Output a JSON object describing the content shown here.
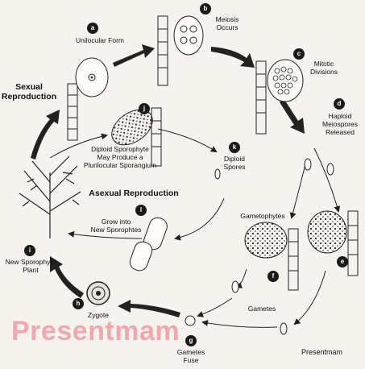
{
  "steps": {
    "a": {
      "badge": "a",
      "label": "Unilocular Form"
    },
    "b": {
      "badge": "b",
      "label": "Meiosis\nOccurs"
    },
    "c": {
      "badge": "c",
      "label": "Mitotic\nDivisions"
    },
    "d": {
      "badge": "d",
      "label": "Haploid\nMeiospores\nReleased"
    },
    "e": {
      "badge": "e"
    },
    "f": {
      "badge": "f",
      "label": "Gametophytes"
    },
    "f2": {
      "label": "Gametes"
    },
    "g": {
      "badge": "g",
      "label": "Gametes\nFuse"
    },
    "h": {
      "badge": "h",
      "label": "Zygote"
    },
    "i": {
      "badge": "i",
      "label": "New Sporophyte\nPlant"
    },
    "j": {
      "badge": "j",
      "label": "Diploid Sporophyte\nMay Produce a\nPlurilocular Sporangium"
    },
    "k": {
      "badge": "k",
      "label": "Diploid\nSpores"
    },
    "l": {
      "badge": "l",
      "label": "Grow into\nNew Sporophtes"
    }
  },
  "sections": {
    "sexual": "Sexual\nReproduction",
    "asexual": "Asexual Reproduction"
  },
  "watermark": "Presentmam",
  "credit": "Presentmam"
}
